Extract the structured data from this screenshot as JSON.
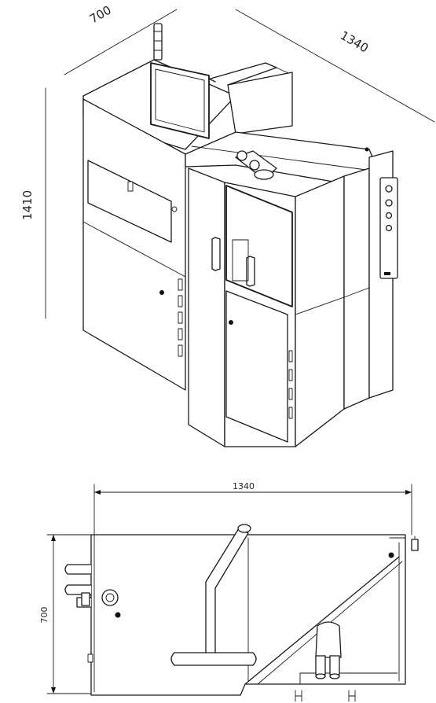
{
  "iso_view": {
    "dim_depth": "700",
    "dim_width": "1340",
    "dim_height": "1410"
  },
  "top_view": {
    "dim_width": "1340",
    "dim_depth": "700"
  },
  "colors": {
    "line": "#1a1a1a",
    "background": "#ffffff"
  }
}
